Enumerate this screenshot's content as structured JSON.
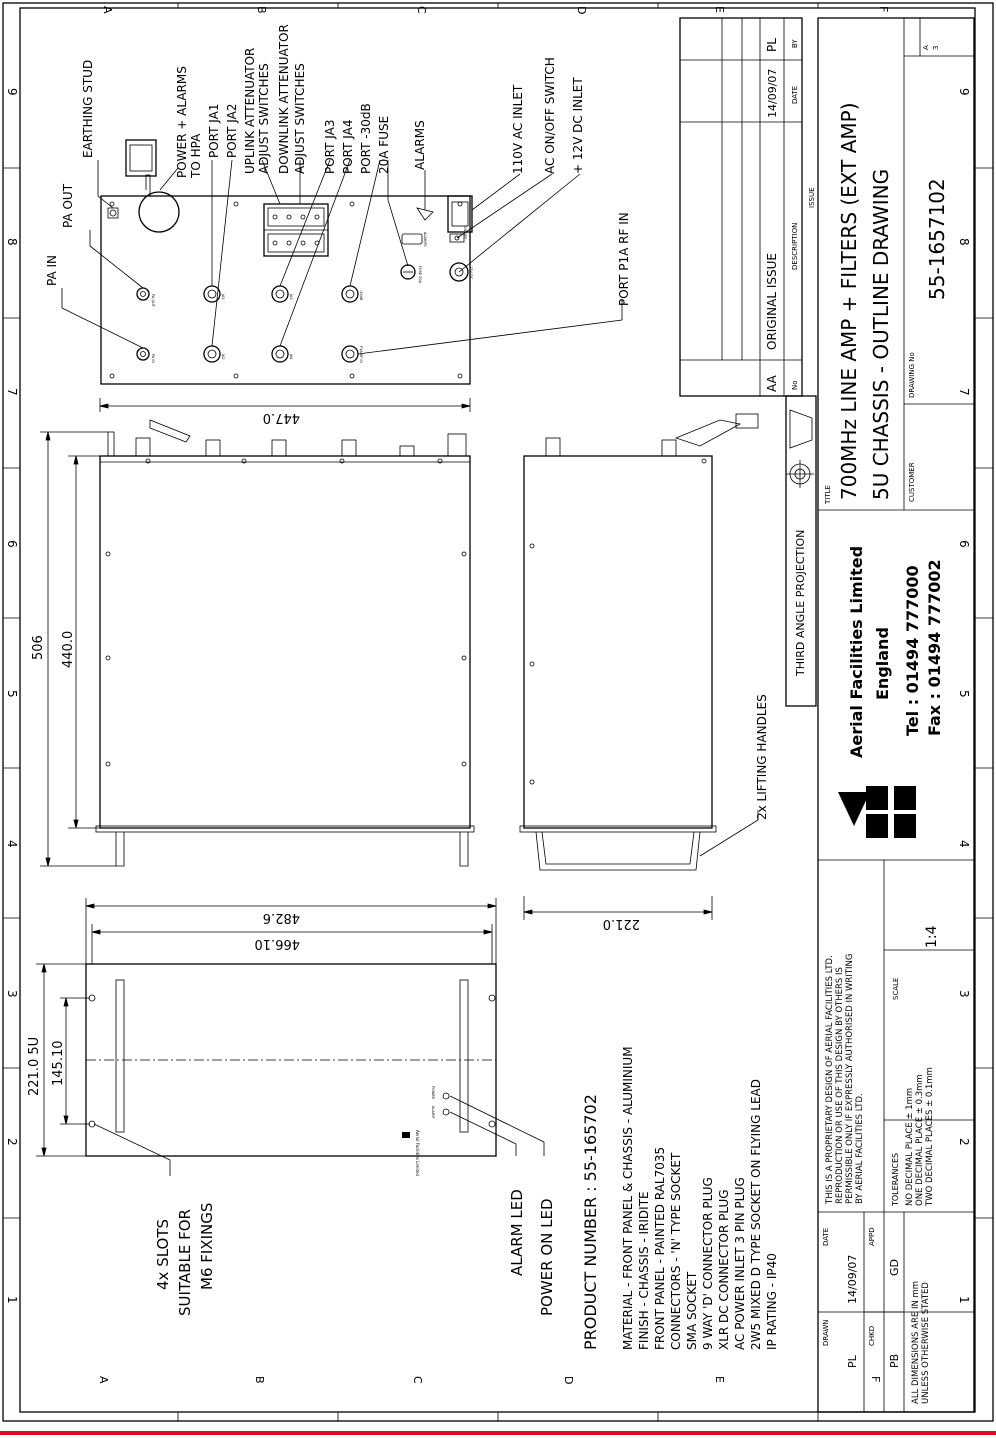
{
  "grid": {
    "letters": [
      "A",
      "B",
      "C",
      "D",
      "E",
      "F"
    ],
    "numbers": [
      "1",
      "2",
      "3",
      "4",
      "5",
      "6",
      "7",
      "8",
      "9"
    ]
  },
  "front_panel_labels": {
    "earthing_stud": "EARTHING STUD",
    "power_alarms": "POWER + ALARMS",
    "to_hpa": "TO HPA",
    "port_ja1": "PORT JA1",
    "port_ja2": "PORT JA2",
    "uplink_attenuator": "UPLINK ATTENUATOR",
    "adjust_switches_1": "ADJUST SWITCHES",
    "downlink_attenuator": "DOWNLINK ATTENUATOR",
    "adjust_switches_2": "ADJUST SWITCHES",
    "port_ja3": "PORT JA3",
    "port_ja4": "PORT JA4",
    "port_30db": "PORT -30dB",
    "fuse": "20A FUSE",
    "alarms": "ALARMS",
    "ac_inlet": "110V AC INLET",
    "ac_switch": "AC ON/OFF SWITCH",
    "dc_inlet": "+ 12V DC INLET",
    "pa_out": "PA OUT",
    "pa_in": "PA IN",
    "port_p1a": "PORT P1A RF IN"
  },
  "dimensions": {
    "d447": "447.0",
    "d506": "506",
    "d440": "440.0",
    "d482": "482.6",
    "d466": "466.10",
    "d221": "221.0",
    "d221_5u": "221.0 5U",
    "d145": "145.10"
  },
  "callouts": {
    "lifting_handles": "2x LIFTING HANDLES",
    "slots_1": "4x SLOTS",
    "slots_2": "SUITABLE FOR",
    "slots_3": "M6 FIXINGS",
    "alarm_led": "ALARM LED",
    "power_led": "POWER ON LED",
    "product_number": "PRODUCT NUMBER : 55-165702"
  },
  "notes": [
    "MATERIAL - FRONT PANEL & CHASSIS - ALUMINIUM",
    "FINISH - CHASSIS - IRIDITE",
    "FRONT PANEL - PAINTED RAL7035",
    "CONNECTORS - 'N' TYPE SOCKET",
    "SMA SOCKET",
    "9 WAY 'D' CONNECTOR PLUG",
    "XLR DC CONNECTOR PLUG",
    "AC POWER INLET 3 PIN PLUG",
    "2W5 MIXED D TYPE SOCKET ON FLYING LEAD",
    "IP RATING - IP40"
  ],
  "revision": {
    "issue": "AA",
    "description": "ORIGINAL ISSUE",
    "date": "14/09/07",
    "by": "PL",
    "col_no": "No",
    "col_description": "DESCRIPTION",
    "col_date": "DATE",
    "col_by": "BY",
    "col_issue": "ISSUE"
  },
  "projection": "THIRD ANGLE PROJECTION",
  "company": {
    "name": "Aerial Facilities Limited",
    "country": "England",
    "tel": "Tel : 01494 777000",
    "fax": "Fax : 01494 777002"
  },
  "title_block": {
    "title_label": "TITLE",
    "title_1": "700MHz LINE AMP + FILTERS (EXT AMP)",
    "title_2": "5U CHASSIS - OUTLINE DRAWING",
    "customer_label": "CUSTOMER",
    "drawing_no_label": "DRAWING No",
    "drawing_no": "55-1657102",
    "size_label": "A",
    "size_value": "3",
    "proprietary_1": "THIS IS A PROPRIETARY DESIGN OF AERIAL FACILITIES LTD.",
    "proprietary_2": "REPRODUCTION OR USE OF THIS DESIGN BY OTHERS IS",
    "proprietary_3": "PERMISSIBLE ONLY IF EXPRESSLY AUTHORISED IN WRITING",
    "proprietary_4": "BY AERIAL FACILITIES LTD.",
    "scale_label": "SCALE",
    "scale": "1:4",
    "tolerances_label": "TOLERANCES",
    "tol_1": "NO DECIMAL PLACE ± 1mm",
    "tol_2": "ONE DECIMAL PLACE ± 0.3mm",
    "tol_3": "TWO DECIMAL PLACES ± 0.1mm",
    "drawn_label": "DRAWN",
    "drawn": "PL",
    "date_label": "DATE",
    "date": "14/09/07",
    "chkd_label": "CHKD",
    "chkd": "PB",
    "appd_label": "APPD",
    "appd": "GD",
    "dims_1": "ALL DIMENSIONS ARE IN mm",
    "dims_2": "UNLESS OTHERWISE STATED"
  },
  "panel_marks": {
    "pa_out": "PA OUT",
    "pa_in": "PA IN",
    "ja1": "JA1",
    "ja2": "JA2",
    "ja3": "JA3",
    "ja4": "JA4",
    "p1a": "P1A RF IN",
    "p30": "-30dB",
    "fuse": "FUSE 20A",
    "alarms": "ALARMS",
    "on_off": "ON OFF",
    "dc": "12V DC",
    "power": "POWER",
    "alarm": "ALARM",
    "logo": "Aerial Facilities Limited"
  },
  "colors": {
    "ink": "#000000",
    "rule": "#d9101a"
  }
}
